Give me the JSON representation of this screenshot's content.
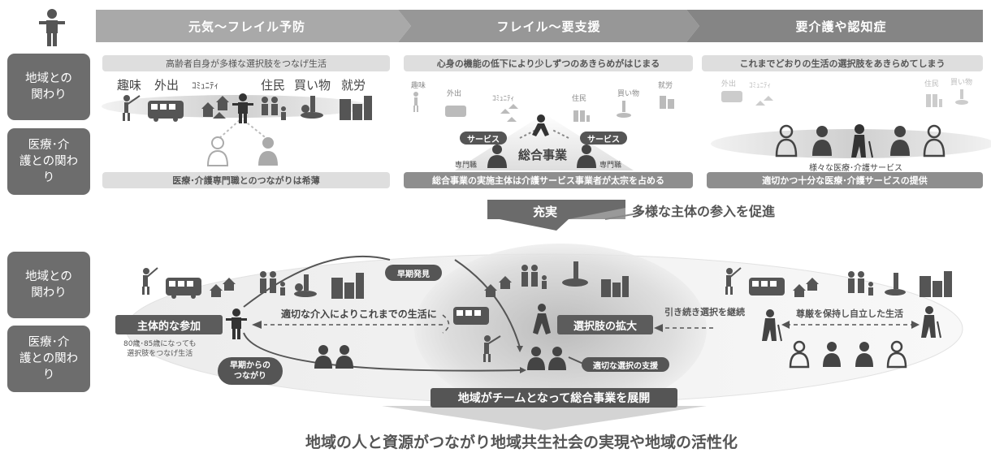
{
  "phases": [
    "元気～フレイル予防",
    "フレイル～要支援",
    "要介護や認知症"
  ],
  "side_labels": {
    "community_top": "地域との\n関わり",
    "care_top": "医療･介\n護との関わ\nり",
    "community_bottom": "地域との\n関わり",
    "care_bottom": "医療･介\n護との関わ\nり"
  },
  "col1": {
    "header": "高齢者自身が多様な選択肢をつなげ生活",
    "labels": [
      "趣味",
      "外出",
      "ｺﾐｭﾆﾃｨ",
      "住民",
      "買い物",
      "就労"
    ],
    "footer": "医療･介護専門職とのつながりは希薄"
  },
  "col2": {
    "header": "心身の機能の低下により少しずつのあきらめがはじまる",
    "labels": [
      "趣味",
      "外出",
      "ｺﾐｭﾆﾃｨ",
      "住民",
      "買い物",
      "就労"
    ],
    "service_left": "サービス",
    "service_right": "サービス",
    "specialist_left": "専門職",
    "specialist_right": "専門職",
    "center": "総合事業",
    "footer": "総合事業の実施主体は介護サービス事業者が太宗を占める"
  },
  "col3": {
    "header": "これまでどおりの生活の選択肢をあきらめてしまう",
    "labels": [
      "外出",
      "ｺﾐｭﾆﾃｨ",
      "住民",
      "買い物"
    ],
    "services": "様々な医療･介護サービス",
    "footer": "適切かつ十分な医療･介護サービスの提供"
  },
  "middle": {
    "arrow_label": "充実",
    "promotion": "多様な主体の参入を促進"
  },
  "bottom": {
    "early_detection": "早期発見",
    "intervention": "適切な介入によりこれまでの生活に",
    "participation": "主体的な参加",
    "participation_note": "80歳･85歳になっても\n選択肢をつなげ生活",
    "early_connection": "早期からの\nつながり",
    "expansion": "選択肢の拡大",
    "choice_support": "適切な選択の支援",
    "continue_choice": "引き続き選択を継続",
    "dignity": "尊厳を保持し自立した生活",
    "team_banner": "地域がチームとなって総合事業を展開",
    "conclusion": "地域の人と資源がつながり地域共生社会の実現や地域の活性化"
  },
  "colors": {
    "phase1": "#a9a9a9",
    "phase2": "#979797",
    "phase3": "#858585",
    "side_box": "#6d6d6d",
    "dark_label": "#5c5c5c"
  }
}
